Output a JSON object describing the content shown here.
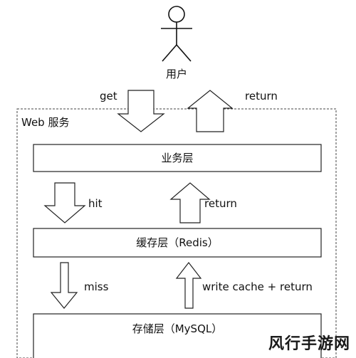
{
  "actor": {
    "label": "用户"
  },
  "top_flow": {
    "request_label": "get",
    "response_label": "return"
  },
  "container": {
    "title": "Web 服务"
  },
  "layers": {
    "business": "业务层",
    "cache": "缓存层（Redis）",
    "storage": "存储层（MySQL）"
  },
  "middle_flow": {
    "down_label": "hit",
    "up_label": "return"
  },
  "bottom_flow": {
    "down_label": "miss",
    "up_label": "write cache + return"
  },
  "watermark": {
    "text": "风行手游网"
  }
}
